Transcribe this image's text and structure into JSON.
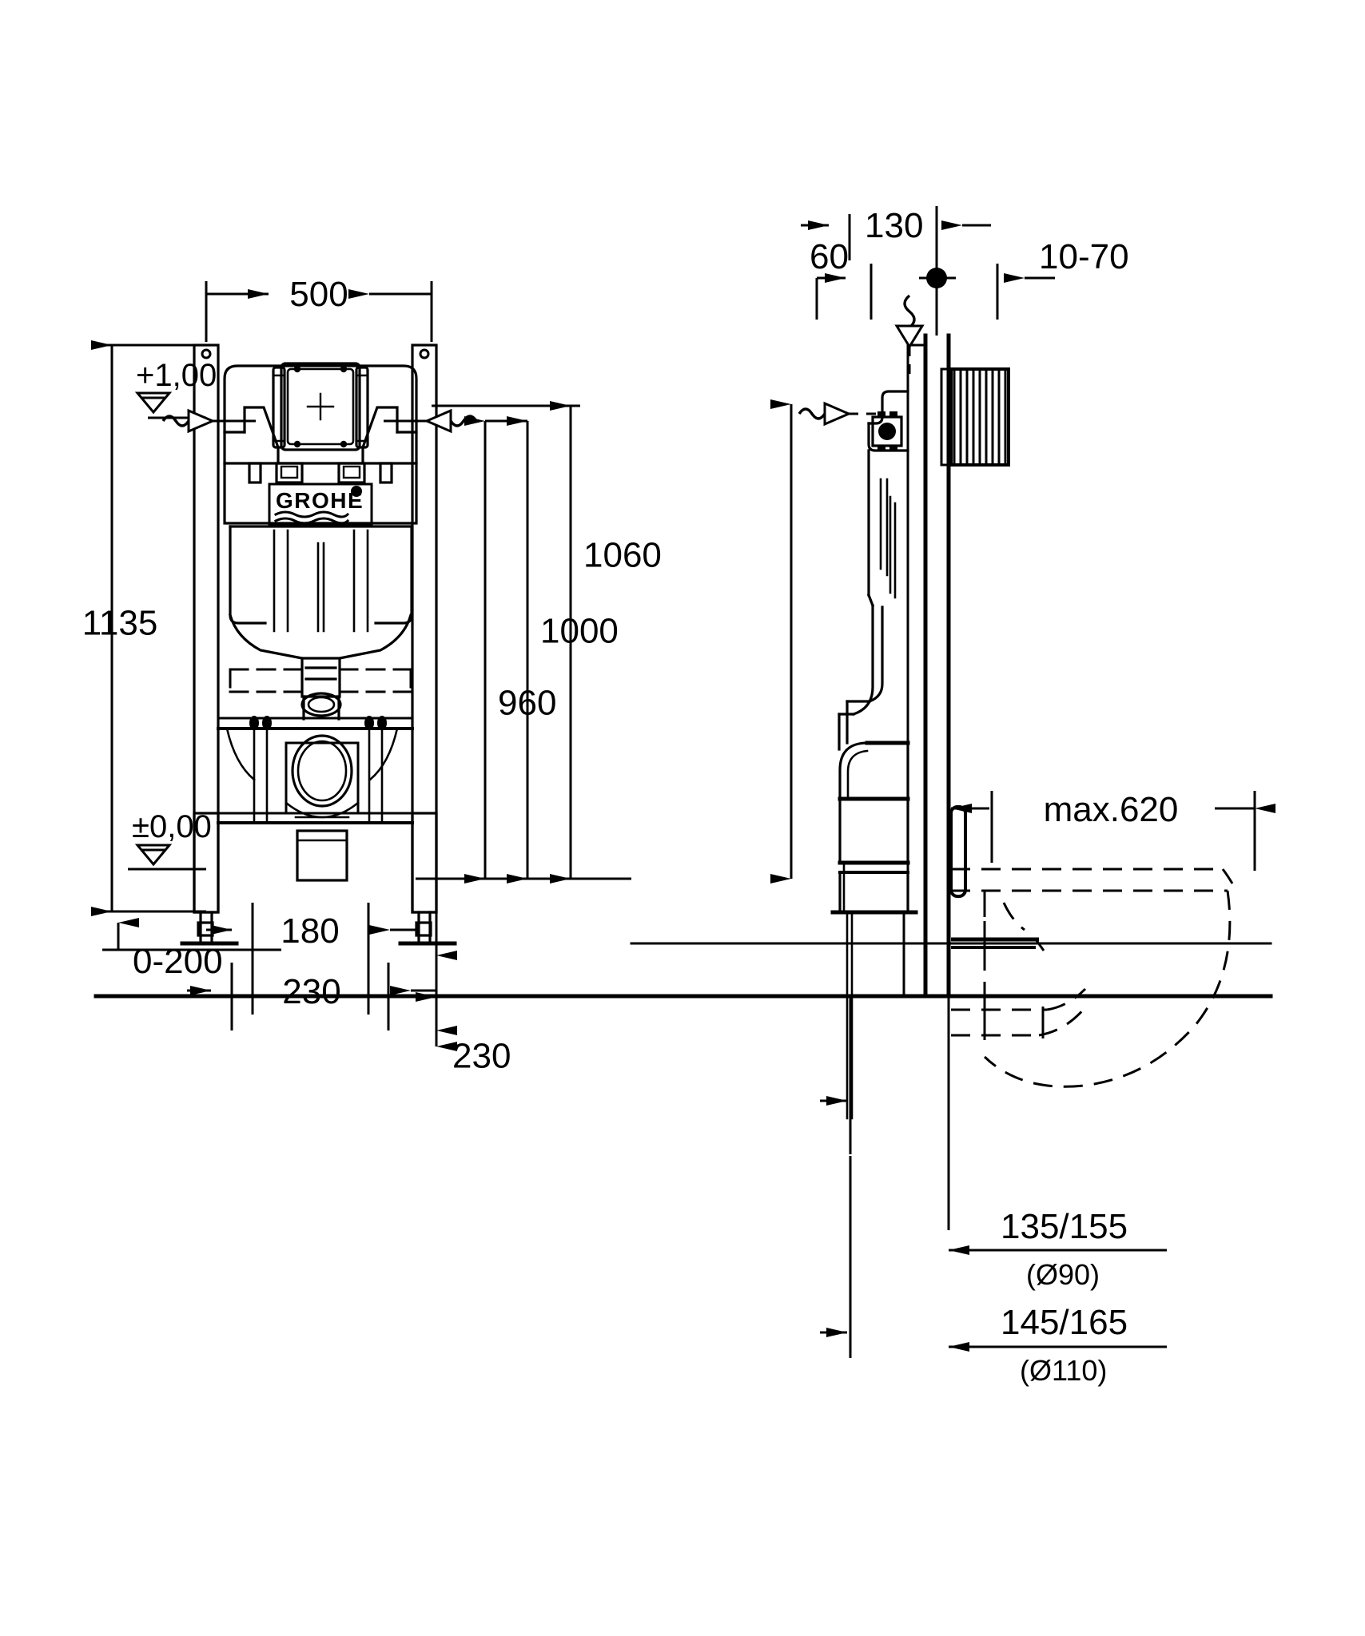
{
  "drawing": {
    "brand": "GROHE",
    "type": "technical-installation-drawing",
    "product": "concealed cistern wall frame",
    "units": "mm",
    "line_color": "#000000",
    "background_color": "#ffffff"
  },
  "front_view": {
    "name": "front-elevation",
    "dimensions": {
      "width_overall": "500",
      "height_overall": "1135",
      "floor_adjust": "0-200",
      "outlet_offset": "180",
      "outlet_spacing": "230"
    },
    "levels": {
      "finished_floor": "+1,00",
      "raw_floor": "±0,00"
    },
    "logo_text": "GROHE"
  },
  "center_dims": {
    "name": "vertical-dimension-stack",
    "values": [
      "1060",
      "1000",
      "960",
      "230"
    ]
  },
  "side_view": {
    "name": "side-section",
    "dimensions": {
      "depth_frame": "130",
      "offset_left": "60",
      "wall_finish": "10-70",
      "bowl_projection": "max.620"
    },
    "outlets": [
      {
        "label": "135/155",
        "sub": "(Ø90)"
      },
      {
        "label": "145/165",
        "sub": "(Ø110)"
      }
    ]
  },
  "labels": {
    "d500": "500",
    "d1135": "1135",
    "d1060": "1060",
    "d1000": "1000",
    "d960": "960",
    "d230mid": "230",
    "d180": "180",
    "d230bot": "230",
    "d0_200": "0-200",
    "lvl_plus": "+1,00",
    "lvl_zero": "±0,00",
    "d130": "130",
    "d60": "60",
    "d10_70": "10-70",
    "dmax620": "max.620",
    "d135_155": "135/155",
    "dia90": "(Ø90)",
    "d145_165": "145/165",
    "dia110": "(Ø110)",
    "grohe": "GROHE"
  }
}
